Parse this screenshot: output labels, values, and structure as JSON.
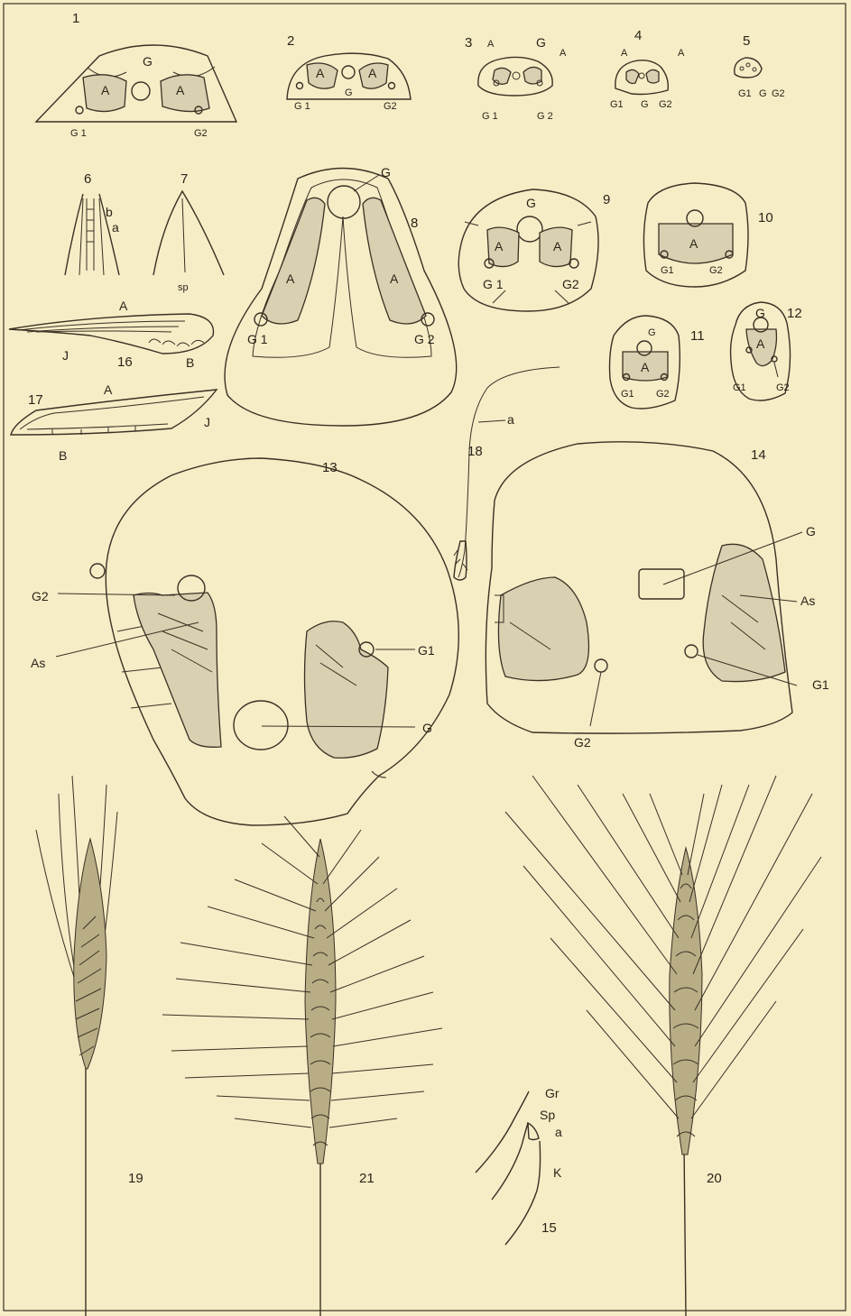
{
  "colors": {
    "paper": "#f6ecc6",
    "ink": "#3a3124",
    "shade": "#d8d0b0"
  },
  "figures": {
    "f1": {
      "num": "1",
      "labels": [
        "G",
        "A",
        "A",
        "G 1",
        "G2"
      ]
    },
    "f2": {
      "num": "2",
      "labels": [
        "A",
        "A",
        "G",
        "G 1",
        "G2"
      ]
    },
    "f3": {
      "num": "3",
      "labels": [
        "A",
        "G",
        "A",
        "G 1",
        "G 2"
      ]
    },
    "f4": {
      "num": "4",
      "labels": [
        "A",
        "A",
        "G1",
        "G",
        "G2"
      ]
    },
    "f5": {
      "num": "5",
      "labels": [
        "G1",
        "G",
        "G2"
      ]
    },
    "f6": {
      "num": "6",
      "labels": [
        "b",
        "a"
      ]
    },
    "f7": {
      "num": "7",
      "labels": [
        "sp"
      ]
    },
    "f8": {
      "num": "8",
      "labels": [
        "G",
        "A",
        "A",
        "G 1",
        "G 2"
      ]
    },
    "f9": {
      "num": "9",
      "labels": [
        "G",
        "A",
        "A",
        "G 1",
        "G2"
      ]
    },
    "f10": {
      "num": "10",
      "labels": [
        "A",
        "G1",
        "G2"
      ]
    },
    "f11": {
      "num": "11",
      "labels": [
        "G",
        "A",
        "G1",
        "G2"
      ]
    },
    "f12": {
      "num": "12",
      "labels": [
        "G",
        "A",
        "G1",
        "G2"
      ]
    },
    "f13": {
      "num": "13",
      "labels": [
        "G2",
        "As",
        "G1",
        "G"
      ]
    },
    "f14": {
      "num": "14",
      "labels": [
        "G",
        "As",
        "G1",
        "G2"
      ]
    },
    "f15": {
      "num": "15",
      "labels": [
        "Gr",
        "Sp",
        "a",
        "K"
      ]
    },
    "f16": {
      "num": "16",
      "labels": [
        "A",
        "J",
        "B"
      ]
    },
    "f17": {
      "num": "17",
      "labels": [
        "A",
        "J",
        "B"
      ]
    },
    "f18": {
      "num": "18",
      "labels": [
        "a"
      ]
    },
    "f19": {
      "num": "19"
    },
    "f20": {
      "num": "20"
    },
    "f21": {
      "num": "21"
    }
  }
}
